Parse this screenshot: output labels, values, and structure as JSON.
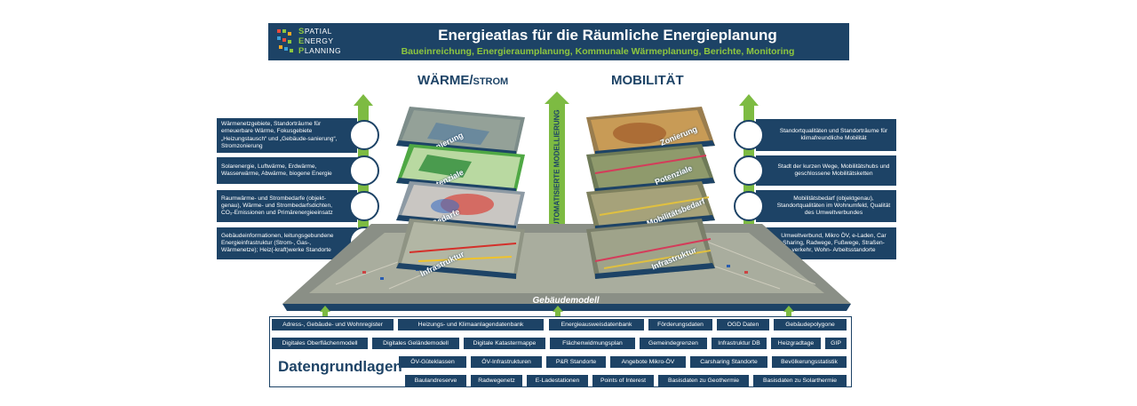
{
  "header": {
    "logo": {
      "l1_first": "S",
      "l1_rest": "PATIAL",
      "l2_first": "E",
      "l2_rest": "NERGY",
      "l3_first": "P",
      "l3_rest": "LANNING"
    },
    "title": "Energieatlas für die Räumliche Energieplanung",
    "subtitle": "Baueinreichung, Energieraumplanung, Kommunale Wärmeplanung, Berichte, Monitoring"
  },
  "sections": {
    "left_title_main": "WÄRME/",
    "left_title_small": "STROM",
    "right_title": "MOBILITÄT",
    "center_arrow": "(SEMI) AUTOMATISIERTE MODELLIERUNG"
  },
  "left_boxes": [
    "Wärmenetzgebiete, Standorträume für erneuerbare Wärme, Fokusgebiete „Heizungstausch“ und „Gebäude-sanierung“, Stromzonierung",
    "Solarenergie, Luftwärme, Erdwärme, Wasserwärme, Abwärme, biogene Energie",
    "Raumwärme- und Strombedarfe (objekt-genau), Wärme- und Strombedarfsdichten, CO₂-Emissionen und Primärenergieeinsatz",
    "Gebäudeinformationen, leitungsgebundene Energieinfrastruktur (Strom-, Gas-, Wärmenetze); Heiz(-kraft)werke Standorte"
  ],
  "right_boxes": [
    "Standortqualitäten und Standorträume für klimafreundliche Mobilität",
    "Stadt der kurzen Wege, Mobilitätshubs und geschlossene Mobilitätsketten",
    "Mobilitätsbedarf (objektgenau), Standortqualitäten im Wohnumfeld, Qualität des Umweltverbundes",
    "Umweltverbund, Mikro ÖV, e-Laden, Car Sharing, Radwege, Fußwege, Straßen-verkehr, Wohn- Arbeitsstandorte"
  ],
  "left_layers": [
    "Zonierung",
    "Potenziale",
    "Bedarfe",
    "Infrastruktur"
  ],
  "right_layers": [
    "Zonierung",
    "Potenziale",
    "Mobilitätsbedarf",
    "Infrastruktur"
  ],
  "base_label": "Gebäudemodell",
  "data_title": "Datengrundlagen",
  "data_rows": [
    [
      "Adress-, Gebäude- und Wohnregister",
      "Heizungs- und Klimaanlagendatenbank",
      "Energieausweisdatenbank",
      "Förderungsdaten",
      "OGD Daten",
      "Gebäudepolygone"
    ],
    [
      "Digitales Oberflächenmodell",
      "Digitales Geländemodell",
      "Digitale Katastermappe",
      "Flächenwidmungsplan",
      "Gemeindegrenzen",
      "Infrastruktur DB",
      "Heizgradtage",
      "GIP"
    ],
    [
      "ÖV-Güteklassen",
      "ÖV-Infrastrukturen",
      "P&R Standorte",
      "Angebote Mikro-ÖV",
      "Carsharing Standorte",
      "Bevölkerungsstatistik"
    ],
    [
      "Baulandreserve",
      "Radwegenetz",
      "E-Ladestationen",
      "Points of Interest",
      "Basisdaten zu Geothermie",
      "Basisdaten zu Solarthermie"
    ]
  ],
  "colors": {
    "navy": "#1d4366",
    "green": "#7dbb42",
    "title_green": "#8dc63f"
  }
}
